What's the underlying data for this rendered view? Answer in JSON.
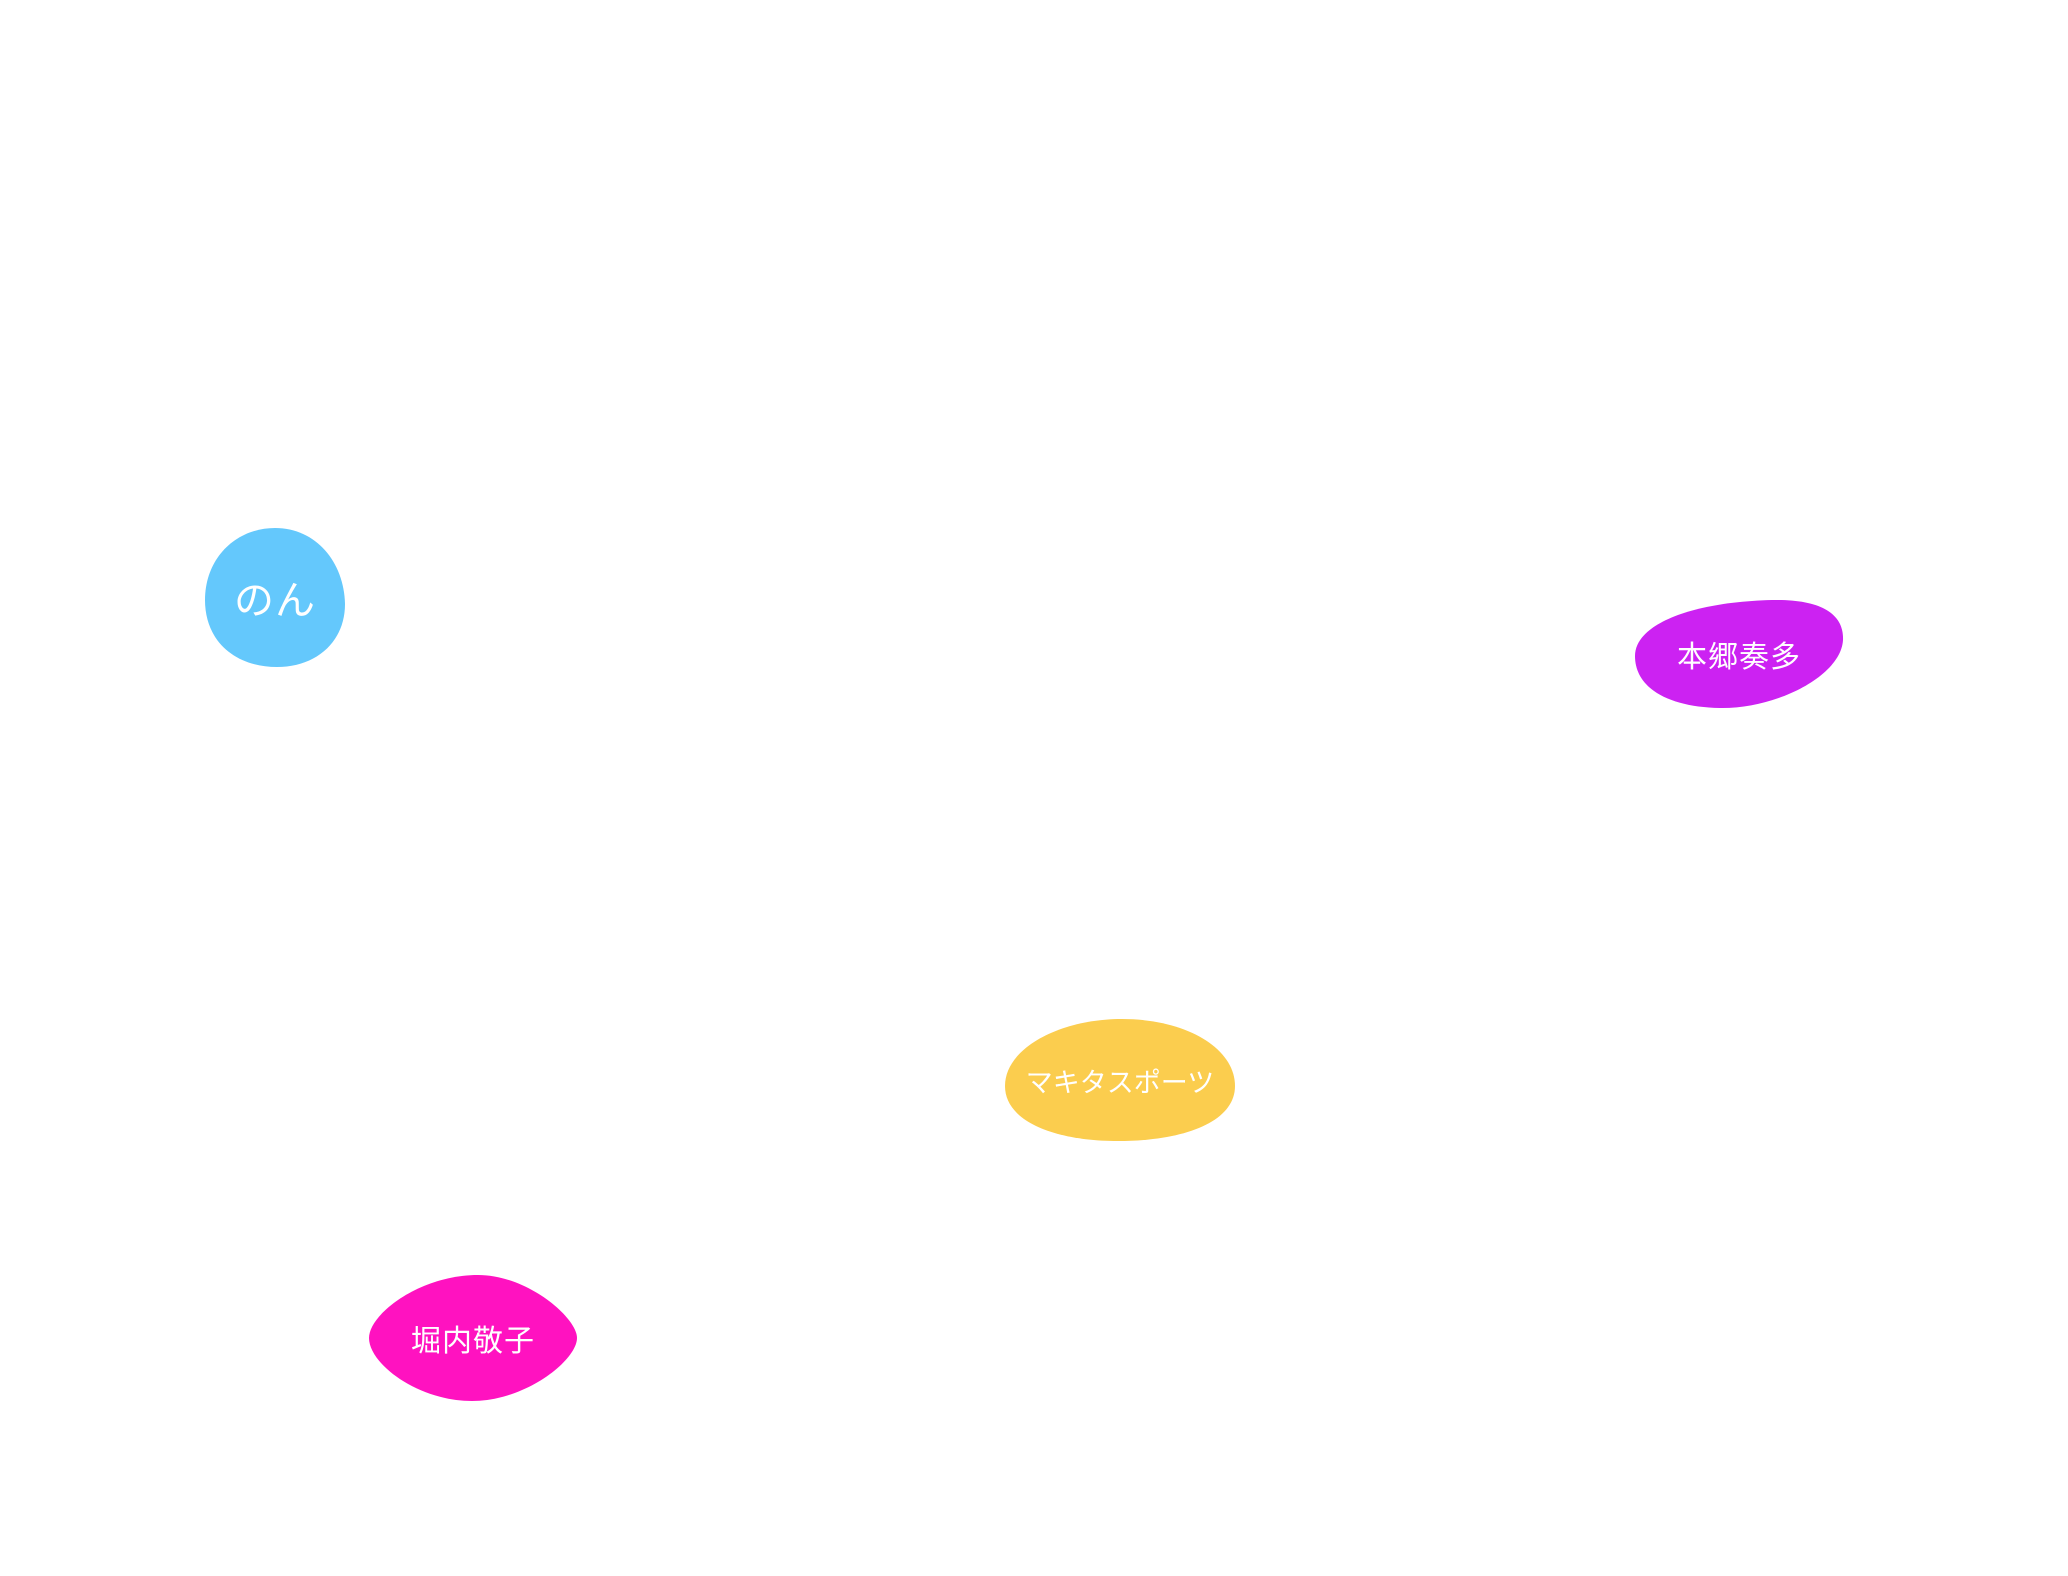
{
  "bubbles": [
    {
      "label": "のん",
      "color": "#64c8fc"
    },
    {
      "label": "本郷奏多",
      "color": "#cc22f2"
    },
    {
      "label": "マキタスポーツ",
      "color": "#fbcd4e"
    },
    {
      "label": "堀内敬子",
      "color": "#ff12c0"
    }
  ]
}
